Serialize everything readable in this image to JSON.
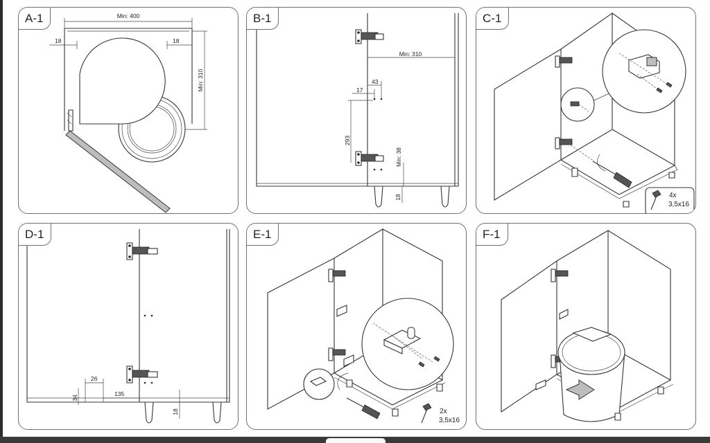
{
  "panels": {
    "a": {
      "label": "A-1",
      "min_width": "Min: 400",
      "gap_left": "18",
      "gap_right": "18",
      "min_depth": "Min: 310"
    },
    "b": {
      "label": "B-1",
      "min_width": "Min: 310",
      "dim_43": "43",
      "dim_17": "17",
      "dim_293": "293",
      "min_38": "Min: 38",
      "dim_18": "18"
    },
    "c": {
      "label": "C-1",
      "screw_qty": "4x",
      "screw_size": "3,5x16"
    },
    "d": {
      "label": "D-1",
      "dim_26": "26",
      "dim_135": "135",
      "dim_34": "34",
      "dim_18": "18"
    },
    "e": {
      "label": "E-1",
      "screw_qty": "2x",
      "screw_size": "3,5x16"
    },
    "f": {
      "label": "F-1"
    }
  },
  "icons": [
    "screw-icon",
    "screwdriver-icon",
    "hinge-icon",
    "rotate-arrow-icon",
    "push-arrow-icon"
  ]
}
